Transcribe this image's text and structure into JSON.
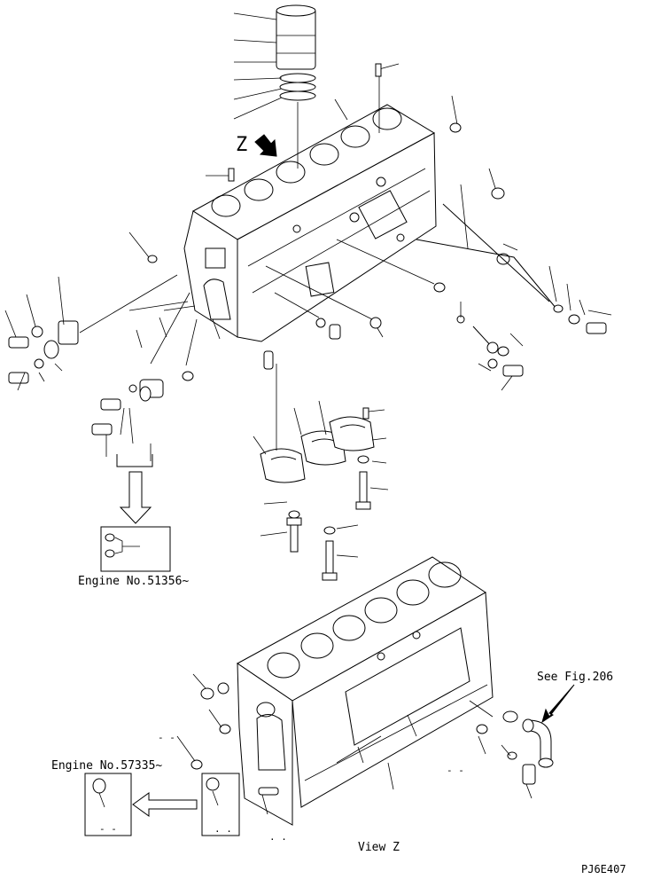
{
  "labels": {
    "view_letter": "Z",
    "engine_no_1": "Engine No.51356~",
    "engine_no_2": "Engine No.57335~",
    "see_fig": "See Fig.206",
    "view_z": "View Z",
    "drawing_code": "PJ6E407"
  },
  "callout_marks": {
    "dash_pair_left": "- -",
    "dash_pair_right": "- -",
    "dash_pair_box1": "- -",
    "dash_pair_box2": ". .",
    "dot_pair_bottom": ". ."
  }
}
